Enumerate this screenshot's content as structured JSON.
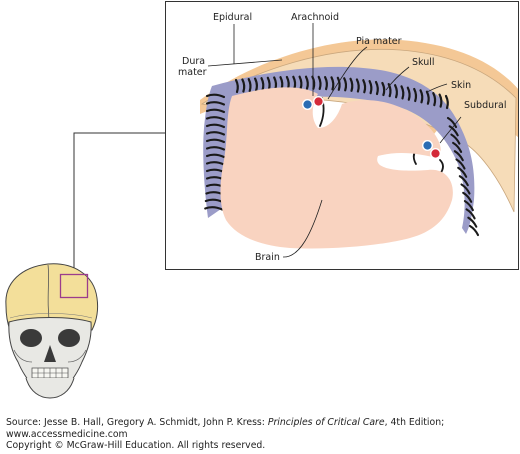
{
  "diagram": {
    "labels": {
      "epidural": "Epidural",
      "arachnoid": "Arachnoid",
      "dura_mater_line1": "Dura",
      "dura_mater_line2": "mater",
      "pia_mater": "Pia mater",
      "skull": "Skull",
      "skin": "Skin",
      "subdural": "Subdural",
      "brain": "Brain"
    },
    "colors": {
      "skin": "#f4c896",
      "skull": "#f6dcb8",
      "brain": "#f9d3c0",
      "meninges_fill": "#9b9cc8",
      "meninges_dark": "#1a1a1a",
      "vessel_blue": "#2a6bb3",
      "vessel_red": "#d42a3a",
      "highlight_box": "#9b3c8c"
    },
    "icons": {
      "skull_thumbnail": "human-skull-icon"
    }
  },
  "caption": {
    "source_prefix": "Source: Jesse B. Hall, Gregory A. Schmidt, John P. Kress: ",
    "source_title": "Principles of Critical Care",
    "source_suffix": ", 4th Edition;",
    "website": "www.accessmedicine.com",
    "copyright": "Copyright © McGraw-Hill Education. All rights reserved."
  }
}
